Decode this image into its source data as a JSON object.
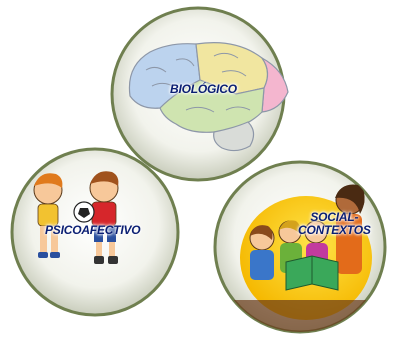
{
  "diagram": {
    "circles": [
      {
        "id": "biologico",
        "label": "BIOLÓGICO",
        "illustration": "brain-icon",
        "ring_color": "#6f7f4f"
      },
      {
        "id": "psicoafectivo",
        "label": "PSICOAFECTIVO",
        "illustration": "children-playing-soccer-icon",
        "ring_color": "#6f7f4f"
      },
      {
        "id": "social",
        "label_lines": [
          "SOCIAL-",
          "CONTEXTOS"
        ],
        "illustration": "family-reading-icon",
        "ring_color": "#6f7f4f"
      }
    ],
    "label_color": "#0b1f73"
  }
}
